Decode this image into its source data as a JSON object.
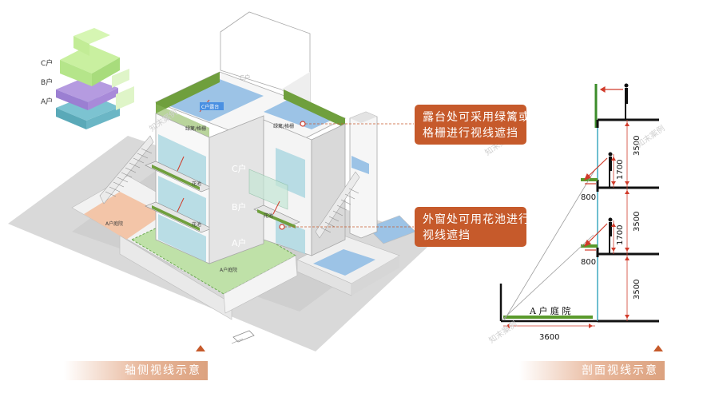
{
  "axon": {
    "callout_top": [
      "露台处可采用绿篱或",
      "格栅进行视线遮挡"
    ],
    "callout_bottom": [
      "外窗处可用花池进行",
      "视线遮挡"
    ],
    "caption": "轴侧视线示意",
    "floors": {
      "a": "A户",
      "b": "B户",
      "c": "C户"
    },
    "small_labels": {
      "c_terrace": "C户露台",
      "planter1": "绿篱/格栅",
      "planter2": "绿篱/格栅",
      "box1": "花池",
      "box2": "花池",
      "box3": "花池",
      "yard": "A户庭院",
      "yard_left": "A户庭院"
    }
  },
  "key_plan": {
    "c": "C户",
    "b": "B户",
    "a": "A户"
  },
  "section": {
    "caption": "剖面视线示意",
    "yard_label": "A 户 庭 院",
    "dims": {
      "floor_height_1": "3500",
      "floor_height_2": "3500",
      "floor_height_3": "3500",
      "eye_1": "1700",
      "eye_2": "1700",
      "offset_1": "800",
      "offset_2": "800",
      "yard_width": "3600"
    }
  },
  "watermarks": [
    "知末案例",
    "知末案例",
    "知末案例",
    "知末案例"
  ],
  "colors": {
    "accent": "#c65a2b",
    "green": "#5a9a2c",
    "glass": "#a9d6e0",
    "floor_blue": "#9cc3e6",
    "wall": "#e8e8e8"
  }
}
